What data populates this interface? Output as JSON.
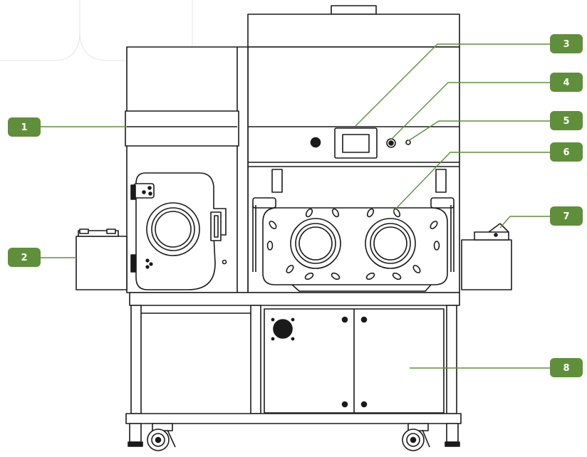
{
  "colors": {
    "badge": "#5f8f3a",
    "leader": "#5f8f3a",
    "outline": "#1a1a1a",
    "fill": "#ffffff",
    "faint": "#e4e4e4"
  },
  "callouts": [
    {
      "id": "callout-1",
      "label": "1"
    },
    {
      "id": "callout-2",
      "label": "2"
    },
    {
      "id": "callout-3",
      "label": "3"
    },
    {
      "id": "callout-4",
      "label": "4"
    },
    {
      "id": "callout-5",
      "label": "5"
    },
    {
      "id": "callout-6",
      "label": "6"
    },
    {
      "id": "callout-7",
      "label": "7"
    },
    {
      "id": "callout-8",
      "label": "8"
    }
  ]
}
